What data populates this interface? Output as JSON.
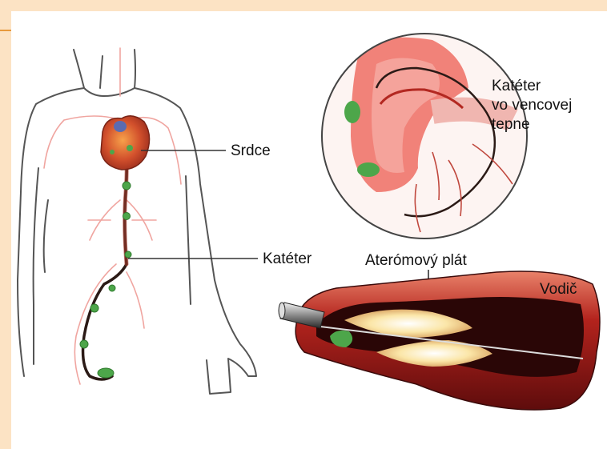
{
  "labels": {
    "srdce": "Srdce",
    "kateter": "Katéter",
    "kateter_inset": "Katéter\nvo vencovej\ntepne",
    "aterom": "Aterómový plát",
    "vodic": "Vodič"
  }
}
